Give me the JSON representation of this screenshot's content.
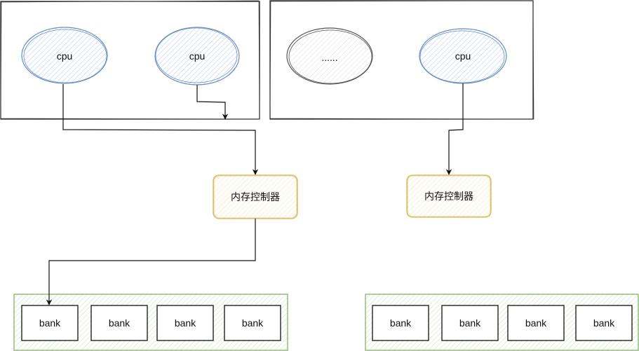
{
  "diagram": {
    "colors": {
      "cpu_stroke": "#6c8ebf",
      "cpu_fill": "#dae8fc",
      "placeholder_stroke": "#555555",
      "controller_stroke": "#d6b656",
      "controller_fill": "#fff2cc",
      "bank_group_stroke": "#82b366",
      "bank_group_fill": "#d5e8d4",
      "line": "#111111"
    },
    "sockets": [
      {
        "nodes": [
          {
            "kind": "cpu",
            "label": "cpu"
          },
          {
            "kind": "cpu",
            "label": "cpu"
          }
        ]
      },
      {
        "nodes": [
          {
            "kind": "placeholder",
            "label": "......"
          },
          {
            "kind": "cpu",
            "label": "cpu"
          }
        ]
      }
    ],
    "memory_controllers": [
      {
        "label": "内存控制器"
      },
      {
        "label": "内存控制器"
      }
    ],
    "bank_groups": [
      {
        "banks": [
          "bank",
          "bank",
          "bank",
          "bank"
        ]
      },
      {
        "banks": [
          "bank",
          "bank",
          "bank",
          "bank"
        ]
      }
    ]
  }
}
